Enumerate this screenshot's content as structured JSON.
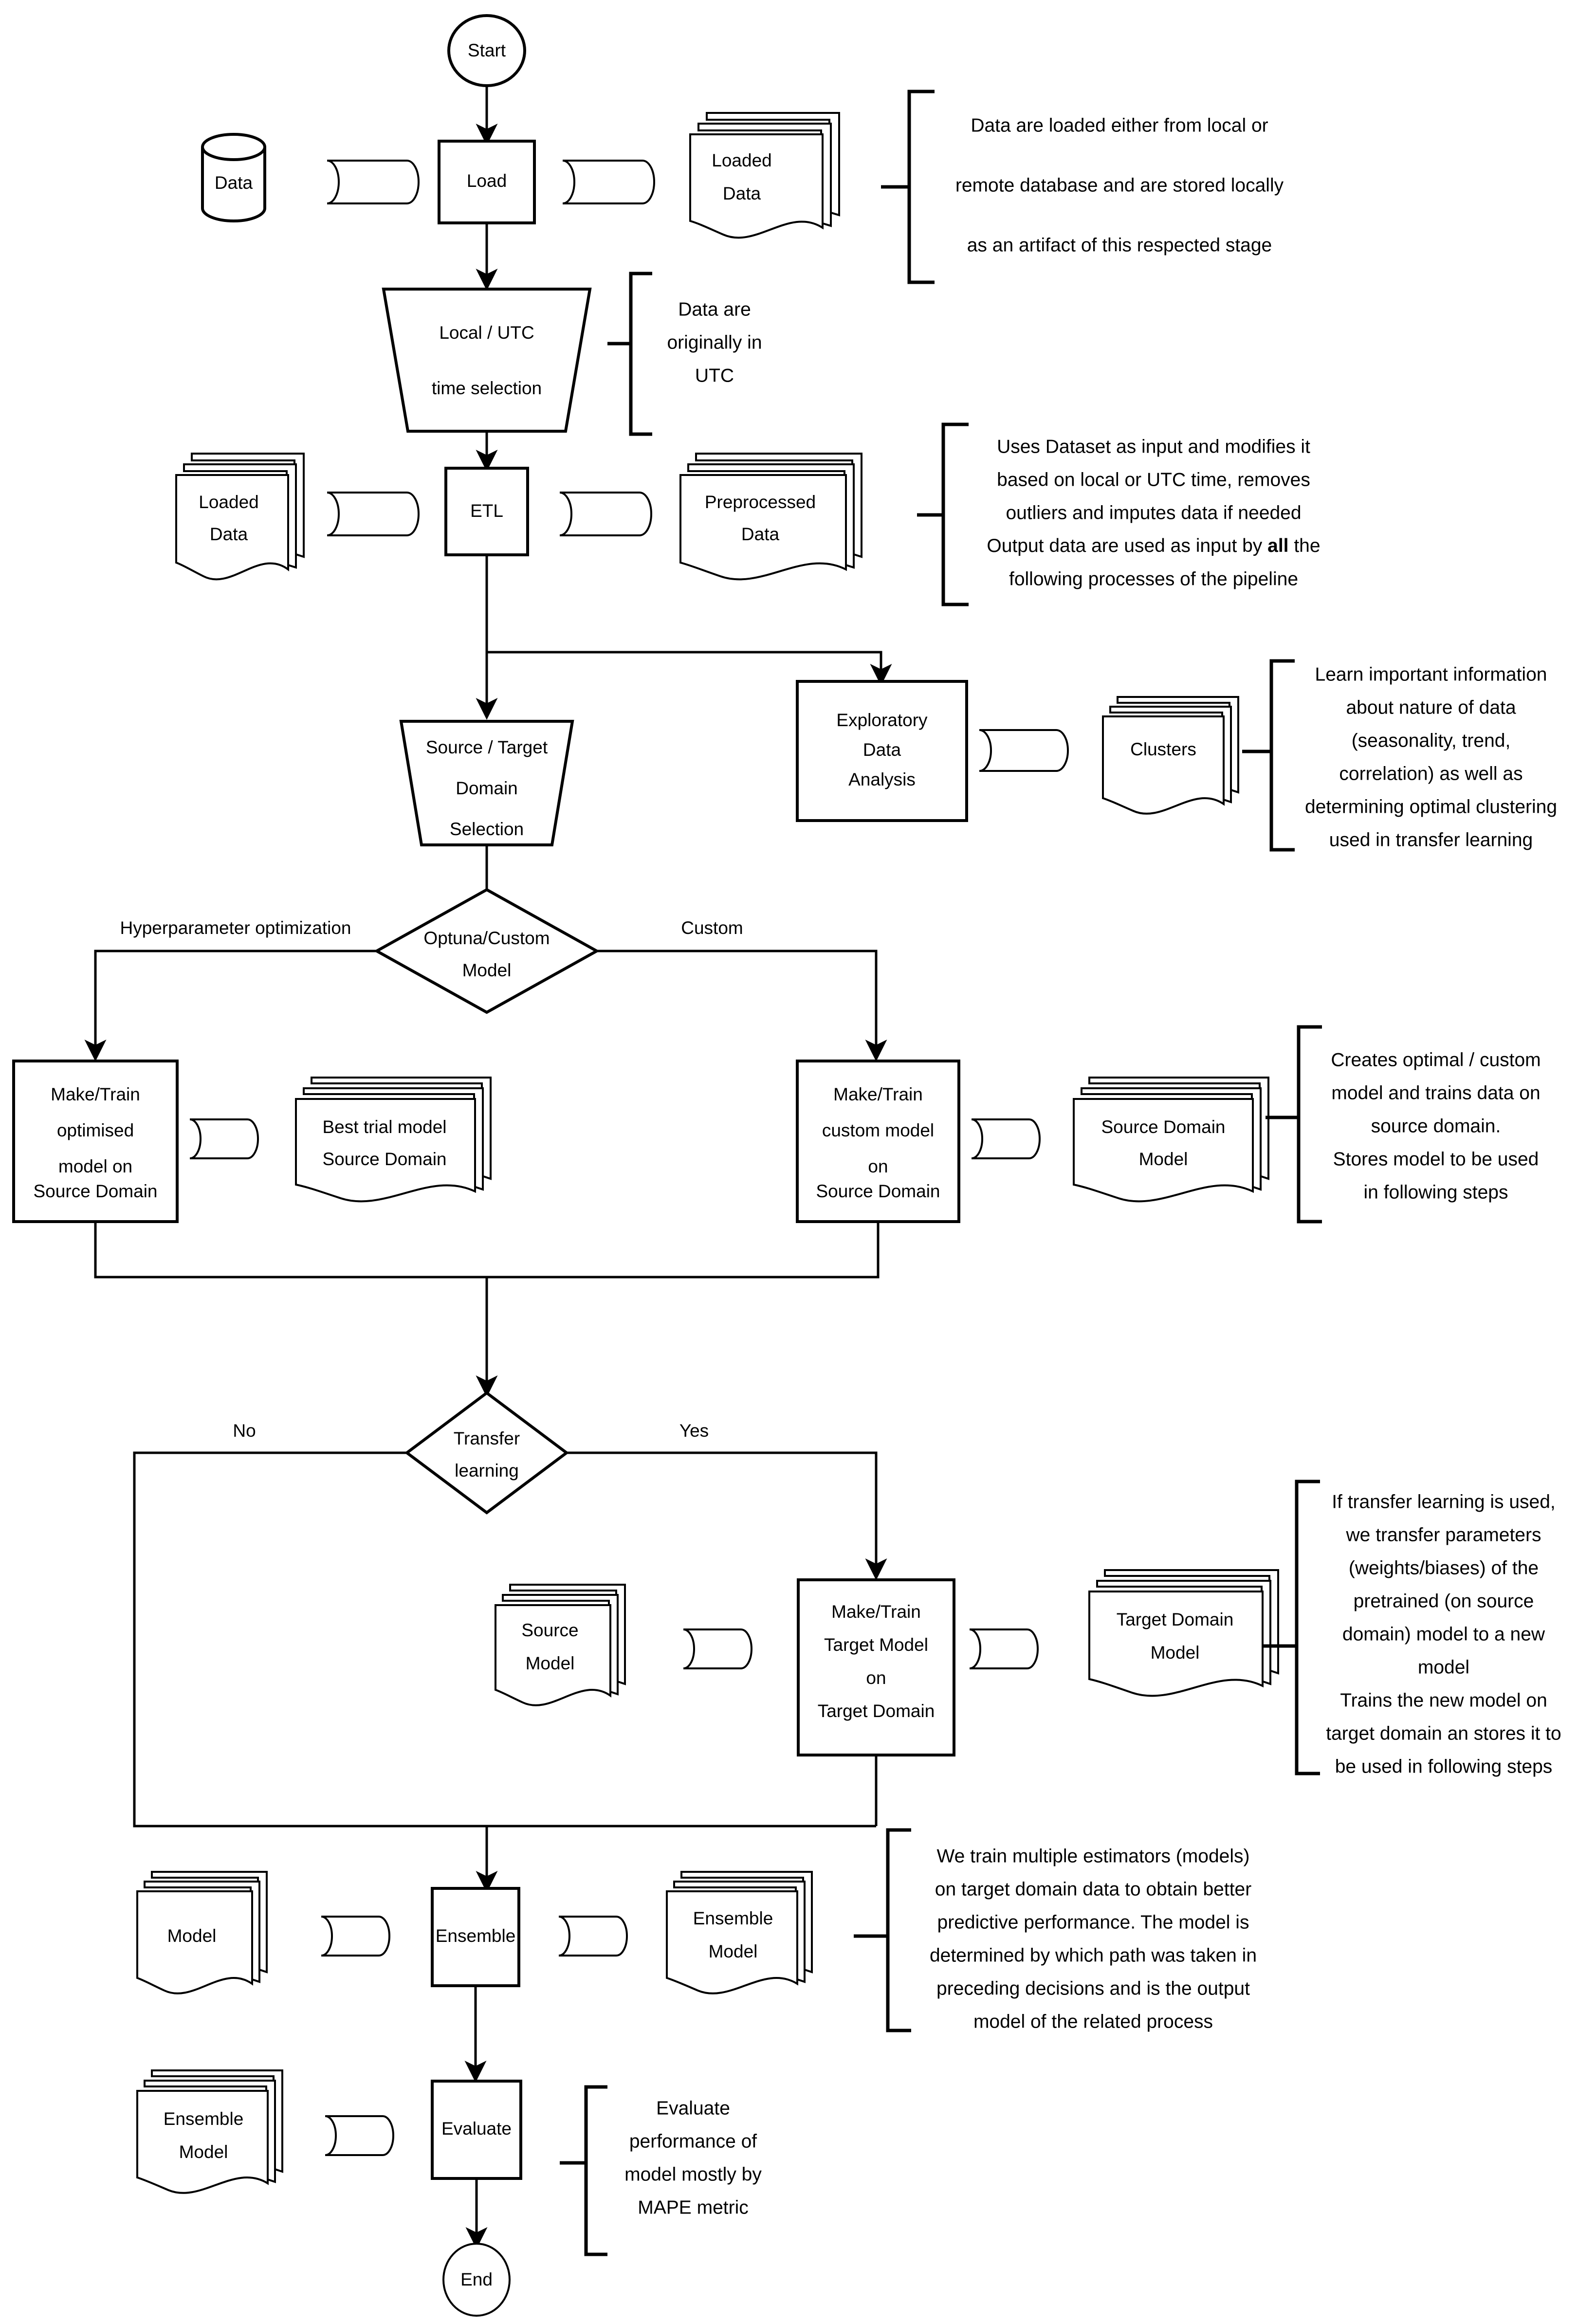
{
  "diagram": {
    "title": "Machine Learning Pipeline Flowchart",
    "nodes": {
      "start": {
        "label": "Start",
        "shape": "terminator"
      },
      "data_store": {
        "label": "Data",
        "shape": "database"
      },
      "load": {
        "label": "Load",
        "shape": "process"
      },
      "loaded_data_1": {
        "label_line1": "Loaded",
        "label_line2": "Data",
        "shape": "multi-document"
      },
      "time_selection": {
        "label_line1": "Local / UTC",
        "label_line2": "time selection",
        "shape": "manual-operation"
      },
      "loaded_data_2": {
        "label_line1": "Loaded",
        "label_line2": "Data",
        "shape": "multi-document"
      },
      "etl": {
        "label": "ETL",
        "shape": "process"
      },
      "preprocessed_data": {
        "label_line1": "Preprocessed",
        "label_line2": "Data",
        "shape": "multi-document"
      },
      "domain_selection": {
        "label_line1": "Source / Target",
        "label_line2": "Domain",
        "label_line3": "Selection",
        "shape": "manual-operation"
      },
      "eda": {
        "label_line1": "Exploratory",
        "label_line2": "Data",
        "label_line3": "Analysis",
        "shape": "process"
      },
      "clusters": {
        "label": "Clusters",
        "shape": "multi-document"
      },
      "decision_model": {
        "label_line1": "Optuna/Custom",
        "label_line2": "Model",
        "shape": "decision"
      },
      "train_optimised": {
        "label_line1": "Make/Train",
        "label_line2": "optimised",
        "label_line3": "model on",
        "label_line4": "Source Domain",
        "shape": "process"
      },
      "best_trial_model": {
        "label_line1": "Best trial model",
        "label_line2": "Source Domain",
        "shape": "multi-document"
      },
      "train_custom": {
        "label_line1": "Make/Train",
        "label_line2": "custom model",
        "label_line3": "on",
        "label_line4": "Source Domain",
        "shape": "process"
      },
      "source_domain_model": {
        "label_line1": "Source Domain",
        "label_line2": "Model",
        "shape": "multi-document"
      },
      "decision_transfer": {
        "label_line1": "Transfer",
        "label_line2": "learning",
        "shape": "decision"
      },
      "source_model": {
        "label_line1": "Source",
        "label_line2": "Model",
        "shape": "multi-document"
      },
      "train_target": {
        "label_line1": "Make/Train",
        "label_line2": "Target Model",
        "label_line3": "on",
        "label_line4": "Target Domain",
        "shape": "process"
      },
      "target_domain_model": {
        "label_line1": "Target Domain",
        "label_line2": "Model",
        "shape": "multi-document"
      },
      "model_in": {
        "label": "Model",
        "shape": "multi-document"
      },
      "ensemble": {
        "label": "Ensemble",
        "shape": "process"
      },
      "ensemble_model_out": {
        "label_line1": "Ensemble",
        "label_line2": "Model",
        "shape": "multi-document"
      },
      "ensemble_model_in": {
        "label_line1": "Ensemble",
        "label_line2": "Model",
        "shape": "multi-document"
      },
      "evaluate": {
        "label": "Evaluate",
        "shape": "process"
      },
      "end": {
        "label": "End",
        "shape": "terminator"
      }
    },
    "edge_labels": {
      "hyperparameter": "Hyperparameter optimization",
      "custom": "Custom",
      "no": "No",
      "yes": "Yes"
    },
    "annotations": {
      "load_note": {
        "lines": [
          "Data are loaded either from local or",
          "remote database and are stored locally",
          "as an artifact of this respected stage"
        ]
      },
      "time_note": {
        "lines": [
          "Data are",
          "originally in",
          "UTC"
        ]
      },
      "etl_note": {
        "lines": [
          "Uses Dataset as input and modifies it",
          "based on local or UTC time, removes",
          "outliers and imputes data if needed",
          "Output data are used as input by all the",
          "following processes of the pipeline"
        ],
        "bold_word": "all"
      },
      "eda_note": {
        "lines": [
          "Learn important information",
          "about nature of data",
          "(seasonality, trend,",
          "correlation) as well as",
          "determining optimal clustering",
          "used in transfer learning"
        ]
      },
      "train_note": {
        "lines": [
          "Creates optimal / custom",
          "model and trains data on",
          "source domain.",
          "Stores model to be used",
          "in following steps"
        ]
      },
      "transfer_note": {
        "lines": [
          "If transfer learning is used,",
          "we transfer parameters",
          "(weights/biases) of the",
          "pretrained (on source",
          "domain) model to a new",
          "model",
          "Trains the new model on",
          "target domain an stores it to",
          "be used in following steps"
        ]
      },
      "ensemble_note": {
        "lines": [
          "We train multiple estimators (models)",
          "on target domain data to obtain better",
          "predictive performance. The model is",
          "determined by which path was taken in",
          "preceding decisions and is the output",
          "model of the related process"
        ]
      },
      "evaluate_note": {
        "lines": [
          "Evaluate",
          "performance of",
          "model mostly by",
          "MAPE metric"
        ]
      }
    },
    "colors": {
      "stroke": "#000000",
      "fill": "#ffffff",
      "background": "#ffffff"
    }
  }
}
